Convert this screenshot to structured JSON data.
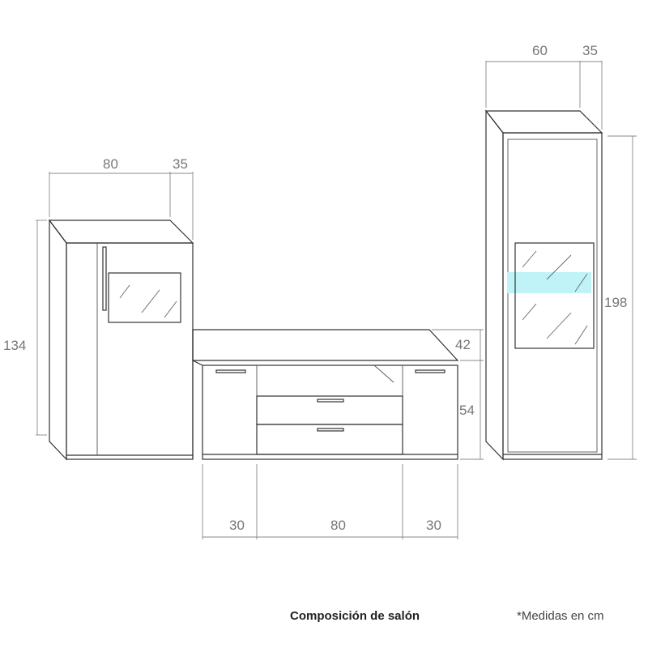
{
  "title": "Composición de salón",
  "note": "*Medidas en cm",
  "dimensions": {
    "left_cabinet": {
      "width": "80",
      "depth": "35",
      "height": "134"
    },
    "tv_unit": {
      "depth": "42",
      "height": "54",
      "door_left": "30",
      "center": "80",
      "door_right": "30"
    },
    "tall_cabinet": {
      "width": "60",
      "depth": "35",
      "height": "198"
    }
  },
  "accent_colors": {
    "glass_highlight": "#bff3f7",
    "line": "#333333",
    "dimension": "#888888"
  }
}
